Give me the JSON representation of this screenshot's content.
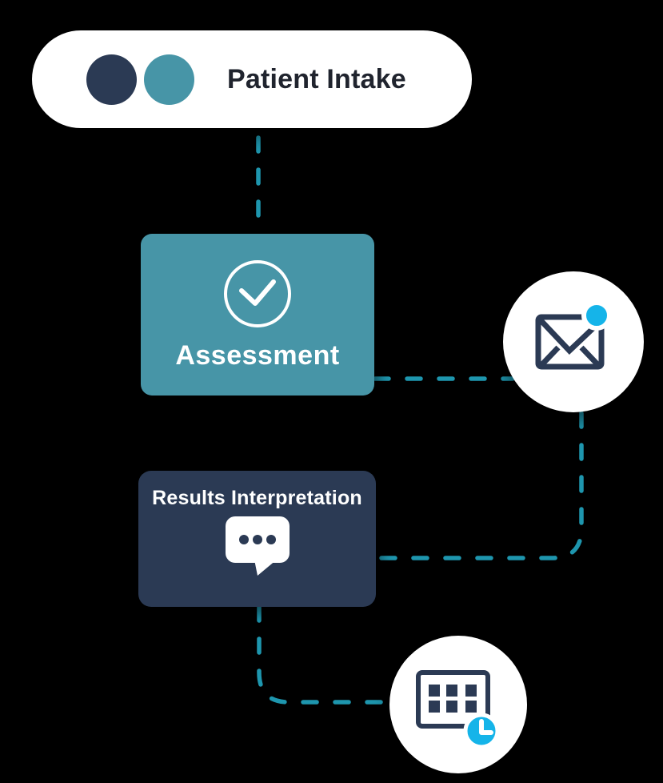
{
  "colors": {
    "background": "#000000",
    "navy": "#2b3a54",
    "teal": "#4795a7",
    "dash_teal": "#1e96ae",
    "bright_cyan": "#15b4e9",
    "white": "#ffffff",
    "text_dark": "#20242e"
  },
  "nodes": {
    "patient_intake": {
      "label": "Patient Intake",
      "dots": [
        "navy",
        "teal"
      ]
    },
    "assessment": {
      "label": "Assessment",
      "icon": "check-circle-icon"
    },
    "email_notification": {
      "icon": "mail-icon",
      "badge": "notification-dot-icon"
    },
    "results_interpretation": {
      "label": "Results Interpretation",
      "icon": "chat-bubble-icon"
    },
    "schedule": {
      "icon": "calendar-clock-icon"
    }
  },
  "icons": {
    "check_circle": "circled checkmark",
    "mail": "envelope with cyan notification dot",
    "chat_bubble": "speech bubble with three-dot ellipsis",
    "calendar_clock": "calendar grid with cyan clock badge",
    "step_dots": "navy and teal circle pair"
  },
  "connectors": [
    {
      "name": "intake-to-assessment",
      "style": "dashed"
    },
    {
      "name": "assessment-to-email",
      "style": "dashed"
    },
    {
      "name": "email-to-results",
      "style": "dashed"
    },
    {
      "name": "results-to-schedule",
      "style": "dashed"
    }
  ]
}
